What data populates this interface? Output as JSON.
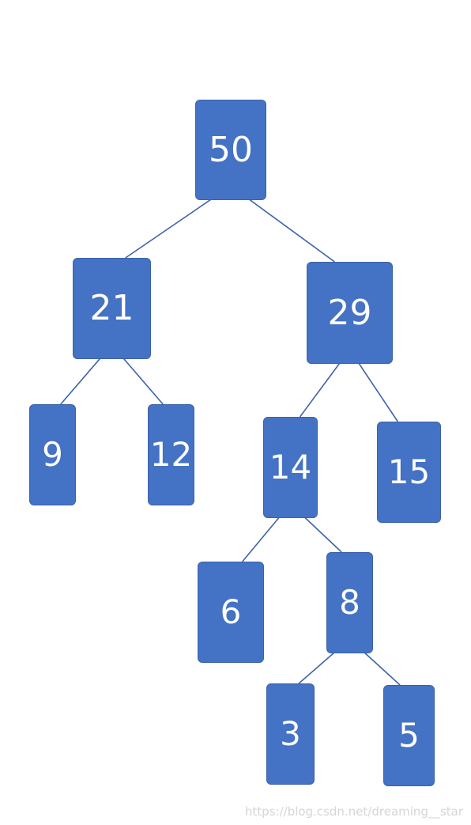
{
  "tree": {
    "nodes": [
      {
        "id": "n50",
        "label": "50"
      },
      {
        "id": "n21",
        "label": "21"
      },
      {
        "id": "n29",
        "label": "29"
      },
      {
        "id": "n9",
        "label": "9"
      },
      {
        "id": "n12",
        "label": "12"
      },
      {
        "id": "n14",
        "label": "14"
      },
      {
        "id": "n15",
        "label": "15"
      },
      {
        "id": "n6",
        "label": "6"
      },
      {
        "id": "n8",
        "label": "8"
      },
      {
        "id": "n3",
        "label": "3"
      },
      {
        "id": "n5",
        "label": "5"
      }
    ],
    "edges": [
      {
        "from": "n50",
        "to": "n21"
      },
      {
        "from": "n50",
        "to": "n29"
      },
      {
        "from": "n21",
        "to": "n9"
      },
      {
        "from": "n21",
        "to": "n12"
      },
      {
        "from": "n29",
        "to": "n14"
      },
      {
        "from": "n29",
        "to": "n15"
      },
      {
        "from": "n14",
        "to": "n6"
      },
      {
        "from": "n14",
        "to": "n8"
      },
      {
        "from": "n8",
        "to": "n3"
      },
      {
        "from": "n8",
        "to": "n5"
      }
    ]
  },
  "colors": {
    "node_fill": "#4472c4",
    "node_border": "#3a62a8",
    "edge": "#3d63a8",
    "label": "#ffffff"
  },
  "watermark": "https://blog.csdn.net/dreaming__star"
}
